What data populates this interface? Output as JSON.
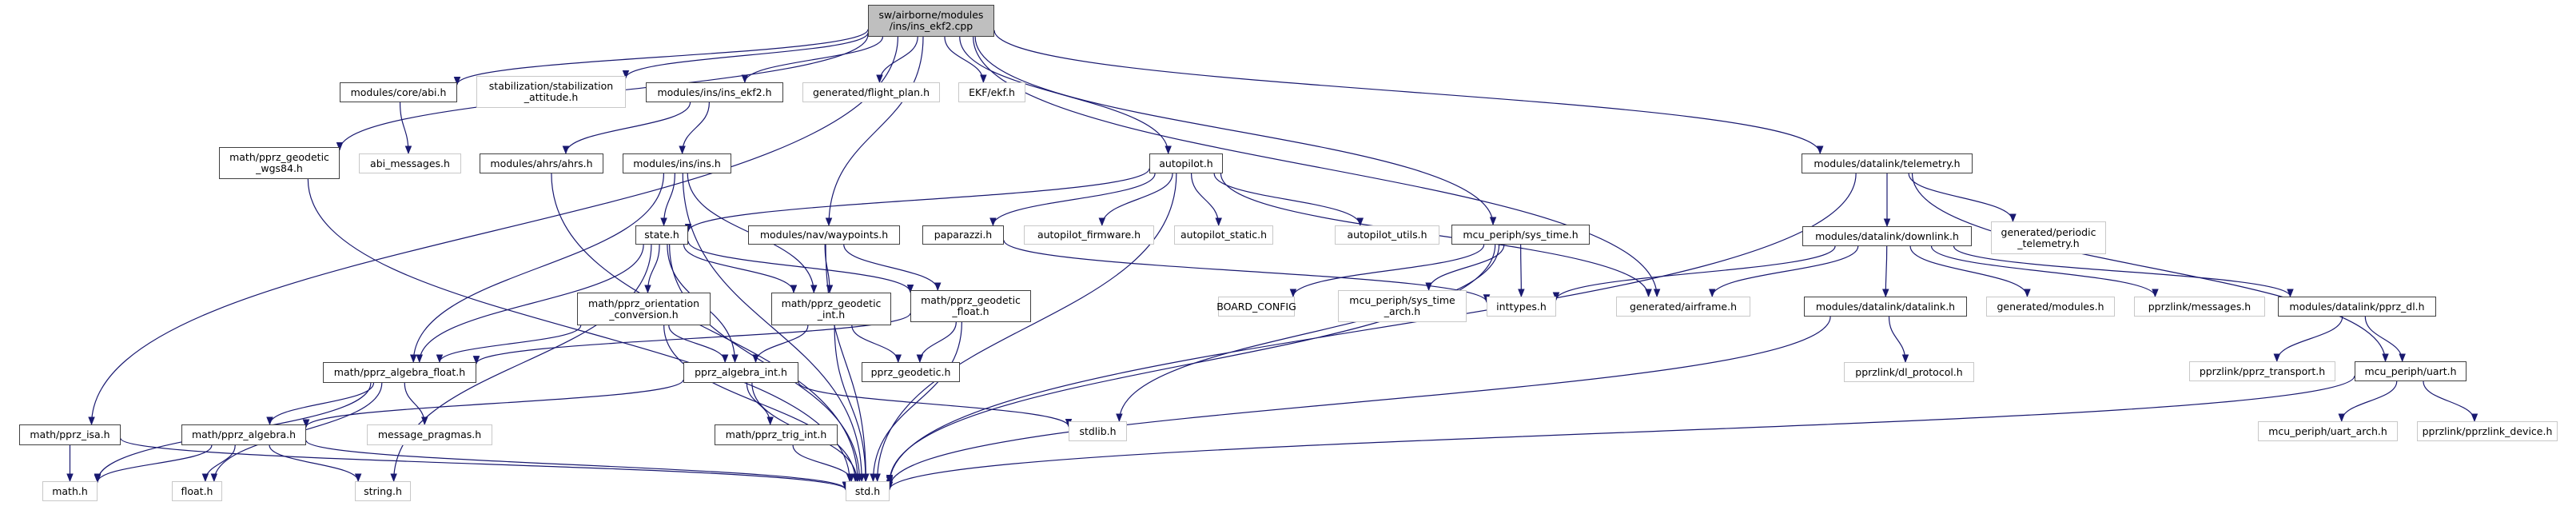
{
  "title": "Include dependency graph for sw/airborne/modules/ins/ins_ekf2.cpp",
  "colors": {
    "edge": "#191970",
    "root_fill": "#bfbfbf",
    "documented_border": "#404040",
    "external_border": "#c8c8c8"
  },
  "nodes": [
    {
      "id": "root",
      "label": "sw/airborne/modules\n/ins/ins_ekf2.cpp",
      "kind": "root"
    },
    {
      "id": "wgs84",
      "label": "math/pprz_geodetic\n_wgs84.h",
      "kind": "doc"
    },
    {
      "id": "abi",
      "label": "modules/core/abi.h",
      "kind": "doc"
    },
    {
      "id": "stab_att",
      "label": "stabilization/stabilization\n_attitude.h",
      "kind": "ext"
    },
    {
      "id": "ins_ekf2h",
      "label": "modules/ins/ins_ekf2.h",
      "kind": "doc"
    },
    {
      "id": "flight_plan",
      "label": "generated/flight_plan.h",
      "kind": "ext"
    },
    {
      "id": "ekf",
      "label": "EKF/ekf.h",
      "kind": "ext"
    },
    {
      "id": "abi_msgs",
      "label": "abi_messages.h",
      "kind": "ext"
    },
    {
      "id": "ahrs",
      "label": "modules/ahrs/ahrs.h",
      "kind": "doc"
    },
    {
      "id": "ins",
      "label": "modules/ins/ins.h",
      "kind": "doc"
    },
    {
      "id": "autopilot",
      "label": "autopilot.h",
      "kind": "doc"
    },
    {
      "id": "telemetry",
      "label": "modules/datalink/telemetry.h",
      "kind": "doc"
    },
    {
      "id": "state",
      "label": "state.h",
      "kind": "doc"
    },
    {
      "id": "waypoints",
      "label": "modules/nav/waypoints.h",
      "kind": "doc"
    },
    {
      "id": "paparazzi",
      "label": "paparazzi.h",
      "kind": "doc"
    },
    {
      "id": "ap_firmware",
      "label": "autopilot_firmware.h",
      "kind": "ext"
    },
    {
      "id": "ap_static",
      "label": "autopilot_static.h",
      "kind": "ext"
    },
    {
      "id": "ap_utils",
      "label": "autopilot_utils.h",
      "kind": "ext"
    },
    {
      "id": "sys_time",
      "label": "mcu_periph/sys_time.h",
      "kind": "doc"
    },
    {
      "id": "downlink",
      "label": "modules/datalink/downlink.h",
      "kind": "doc"
    },
    {
      "id": "periodic_tel",
      "label": "generated/periodic\n_telemetry.h",
      "kind": "ext"
    },
    {
      "id": "orientation",
      "label": "math/pprz_orientation\n_conversion.h",
      "kind": "doc"
    },
    {
      "id": "geodetic_int",
      "label": "math/pprz_geodetic\n_int.h",
      "kind": "doc"
    },
    {
      "id": "geodetic_float",
      "label": "math/pprz_geodetic\n_float.h",
      "kind": "doc"
    },
    {
      "id": "board_config",
      "label": "BOARD_CONFIG",
      "kind": "ext"
    },
    {
      "id": "sys_time_arch",
      "label": "mcu_periph/sys_time\n_arch.h",
      "kind": "ext"
    },
    {
      "id": "inttypes",
      "label": "inttypes.h",
      "kind": "ext"
    },
    {
      "id": "airframe",
      "label": "generated/airframe.h",
      "kind": "ext"
    },
    {
      "id": "datalink",
      "label": "modules/datalink/datalink.h",
      "kind": "doc"
    },
    {
      "id": "gen_modules",
      "label": "generated/modules.h",
      "kind": "ext"
    },
    {
      "id": "pl_messages",
      "label": "pprzlink/messages.h",
      "kind": "ext"
    },
    {
      "id": "pprz_dl",
      "label": "modules/datalink/pprz_dl.h",
      "kind": "doc"
    },
    {
      "id": "algebra_float",
      "label": "math/pprz_algebra_float.h",
      "kind": "doc"
    },
    {
      "id": "algebra_int",
      "label": "pprz_algebra_int.h",
      "kind": "doc"
    },
    {
      "id": "geodetic",
      "label": "pprz_geodetic.h",
      "kind": "doc"
    },
    {
      "id": "dl_protocol",
      "label": "pprzlink/dl_protocol.h",
      "kind": "ext"
    },
    {
      "id": "pprz_transport",
      "label": "pprzlink/pprz_transport.h",
      "kind": "ext"
    },
    {
      "id": "uart",
      "label": "mcu_periph/uart.h",
      "kind": "doc"
    },
    {
      "id": "isa",
      "label": "math/pprz_isa.h",
      "kind": "doc"
    },
    {
      "id": "algebra",
      "label": "math/pprz_algebra.h",
      "kind": "doc"
    },
    {
      "id": "msg_pragmas",
      "label": "message_pragmas.h",
      "kind": "ext"
    },
    {
      "id": "trig_int",
      "label": "math/pprz_trig_int.h",
      "kind": "doc"
    },
    {
      "id": "stdlib",
      "label": "stdlib.h",
      "kind": "ext"
    },
    {
      "id": "uart_arch",
      "label": "mcu_periph/uart_arch.h",
      "kind": "ext"
    },
    {
      "id": "pl_device",
      "label": "pprzlink/pprzlink_device.h",
      "kind": "ext"
    },
    {
      "id": "math",
      "label": "math.h",
      "kind": "ext"
    },
    {
      "id": "float",
      "label": "float.h",
      "kind": "ext"
    },
    {
      "id": "string",
      "label": "string.h",
      "kind": "ext"
    },
    {
      "id": "std",
      "label": "std.h",
      "kind": "ext"
    }
  ],
  "edges": [
    [
      "root",
      "wgs84"
    ],
    [
      "root",
      "abi"
    ],
    [
      "root",
      "stab_att"
    ],
    [
      "root",
      "ins_ekf2h"
    ],
    [
      "root",
      "flight_plan"
    ],
    [
      "root",
      "ekf"
    ],
    [
      "root",
      "autopilot"
    ],
    [
      "root",
      "telemetry"
    ],
    [
      "root",
      "waypoints"
    ],
    [
      "root",
      "sys_time"
    ],
    [
      "root",
      "airframe"
    ],
    [
      "root",
      "isa"
    ],
    [
      "abi",
      "abi_msgs"
    ],
    [
      "ins_ekf2h",
      "ahrs"
    ],
    [
      "ins_ekf2h",
      "ins"
    ],
    [
      "wgs84",
      "std"
    ],
    [
      "ahrs",
      "std"
    ],
    [
      "ins",
      "state"
    ],
    [
      "ins",
      "algebra_float"
    ],
    [
      "ins",
      "geodetic_int"
    ],
    [
      "ins",
      "std"
    ],
    [
      "autopilot",
      "state"
    ],
    [
      "autopilot",
      "paparazzi"
    ],
    [
      "autopilot",
      "ap_firmware"
    ],
    [
      "autopilot",
      "ap_static"
    ],
    [
      "autopilot",
      "ap_utils"
    ],
    [
      "autopilot",
      "airframe"
    ],
    [
      "autopilot",
      "std"
    ],
    [
      "state",
      "orientation"
    ],
    [
      "state",
      "geodetic_int"
    ],
    [
      "state",
      "geodetic_float"
    ],
    [
      "state",
      "algebra_float"
    ],
    [
      "state",
      "algebra_int"
    ],
    [
      "state",
      "std"
    ],
    [
      "state",
      "string"
    ],
    [
      "waypoints",
      "geodetic_int"
    ],
    [
      "waypoints",
      "geodetic_float"
    ],
    [
      "waypoints",
      "std"
    ],
    [
      "paparazzi",
      "inttypes"
    ],
    [
      "sys_time",
      "board_config"
    ],
    [
      "sys_time",
      "sys_time_arch"
    ],
    [
      "sys_time",
      "inttypes"
    ],
    [
      "sys_time",
      "stdlib"
    ],
    [
      "sys_time",
      "std"
    ],
    [
      "telemetry",
      "downlink"
    ],
    [
      "telemetry",
      "periodic_tel"
    ],
    [
      "telemetry",
      "uart"
    ],
    [
      "telemetry",
      "std"
    ],
    [
      "downlink",
      "inttypes"
    ],
    [
      "downlink",
      "airframe"
    ],
    [
      "downlink",
      "datalink"
    ],
    [
      "downlink",
      "gen_modules"
    ],
    [
      "downlink",
      "pl_messages"
    ],
    [
      "downlink",
      "pprz_dl"
    ],
    [
      "orientation",
      "algebra_float"
    ],
    [
      "orientation",
      "algebra_int"
    ],
    [
      "orientation",
      "std"
    ],
    [
      "geodetic_int",
      "algebra_int"
    ],
    [
      "geodetic_int",
      "geodetic"
    ],
    [
      "geodetic_int",
      "std"
    ],
    [
      "geodetic_float",
      "algebra_float"
    ],
    [
      "geodetic_float",
      "geodetic"
    ],
    [
      "geodetic_float",
      "std"
    ],
    [
      "datalink",
      "dl_protocol"
    ],
    [
      "datalink",
      "std"
    ],
    [
      "pprz_dl",
      "pprz_transport"
    ],
    [
      "pprz_dl",
      "uart"
    ],
    [
      "uart",
      "uart_arch"
    ],
    [
      "uart",
      "pl_device"
    ],
    [
      "uart",
      "std"
    ],
    [
      "algebra_float",
      "algebra"
    ],
    [
      "algebra_float",
      "msg_pragmas"
    ],
    [
      "algebra_float",
      "math"
    ],
    [
      "algebra_float",
      "float"
    ],
    [
      "algebra_int",
      "algebra"
    ],
    [
      "algebra_int",
      "trig_int"
    ],
    [
      "algebra_int",
      "stdlib"
    ],
    [
      "algebra_int",
      "std"
    ],
    [
      "isa",
      "math"
    ],
    [
      "isa",
      "std"
    ],
    [
      "algebra",
      "math"
    ],
    [
      "algebra",
      "float"
    ],
    [
      "algebra",
      "string"
    ],
    [
      "algebra",
      "std"
    ],
    [
      "trig_int",
      "std"
    ]
  ]
}
